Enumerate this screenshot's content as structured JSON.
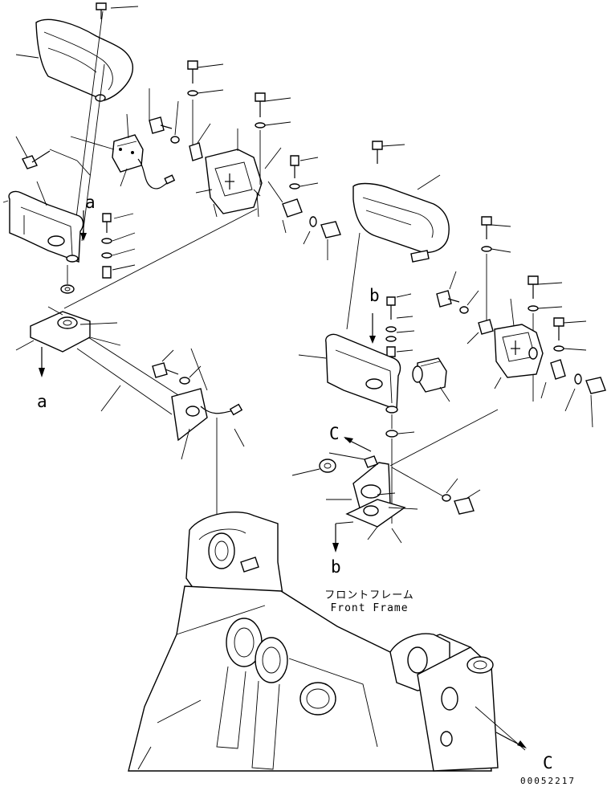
{
  "diagram": {
    "view_labels": {
      "a_top": "a",
      "a_bottom": "a",
      "b_top": "b",
      "b_bottom": "b",
      "c_top": "C",
      "c_bottom": "C"
    },
    "frame_caption_jp": "フロントフレーム",
    "frame_caption_en": "Front Frame",
    "drawing_code": "00052217"
  }
}
